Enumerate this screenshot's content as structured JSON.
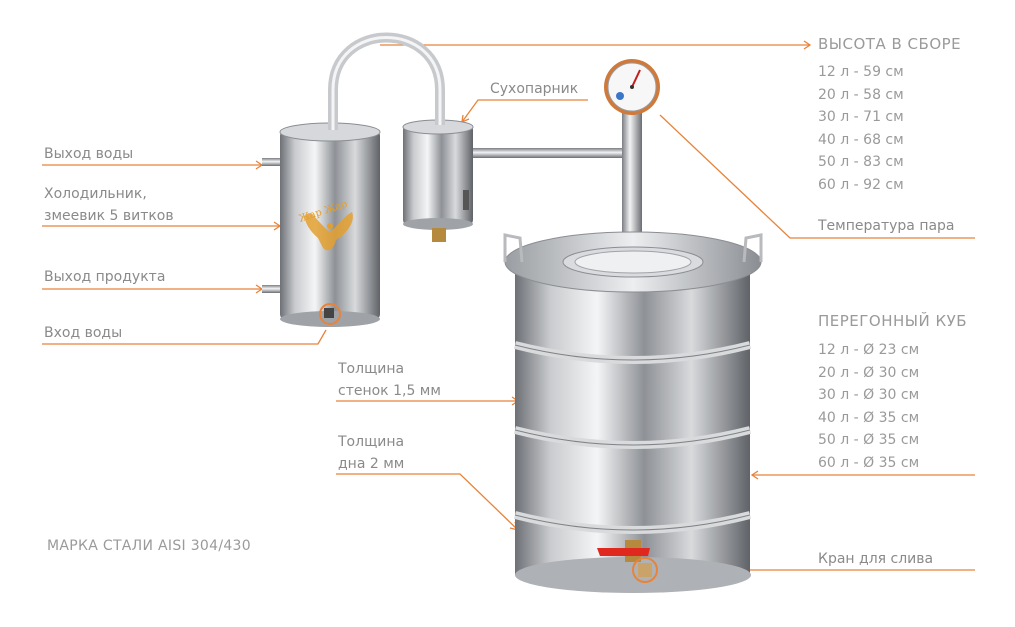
{
  "labels": {
    "water_out": "Выход воды",
    "cooler": "Холодильник,\nзмеевик 5 витков",
    "product_out": "Выход продукта",
    "water_in": "Вход воды",
    "dry_steamer": "Сухопарник",
    "wall_thickness": "Толщина\nстенок 1,5 мм",
    "bottom_thickness": "Толщина\nдна 2 мм",
    "steam_temp": "Температура пара",
    "drain_tap": "Кран для слива",
    "steel_grade": "МАРКА СТАЛИ AISI 304/430"
  },
  "height_spec": {
    "title": "ВЫСОТА В СБОРЕ",
    "items": [
      "12 л - 59 см",
      "20 л - 58 см",
      "30 л - 71 см",
      "40 л - 68 см",
      "50 л - 83 см",
      "60 л - 92 см"
    ]
  },
  "cube_spec": {
    "title": "ПЕРЕГОННЫЙ КУБ",
    "items": [
      "12 л - Ø 23 см",
      "20 л - Ø 30 см",
      "30 л - Ø 30 см",
      "40 л - Ø 35 см",
      "50 л - Ø 35 см",
      "60 л - Ø 35 см"
    ]
  },
  "logo_text": "Жар Жар",
  "colors": {
    "accent": "#e8833a",
    "text": "#8a8a8a",
    "tap": "#e0281e",
    "steel_light": "#e9eaec",
    "steel_dark": "#6d7075"
  }
}
